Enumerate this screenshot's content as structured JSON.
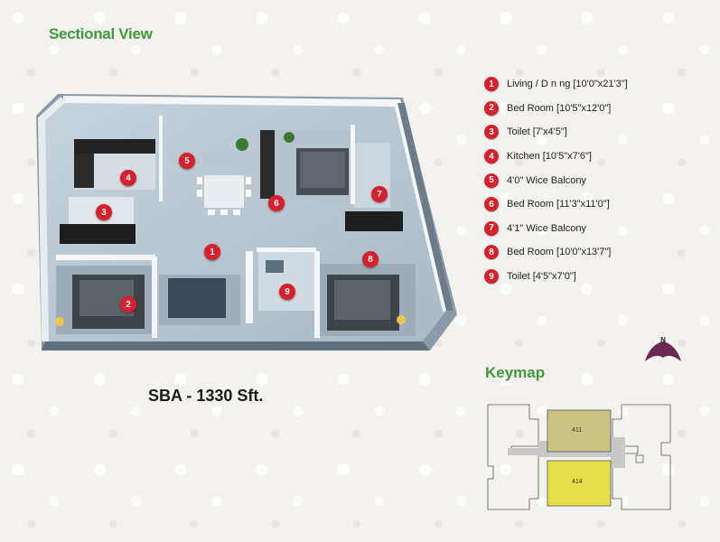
{
  "title": "Sectional View",
  "sba": "SBA - 1330 Sft.",
  "keymap_title": "Keymap",
  "legend": [
    {
      "num": "1",
      "text": "Living / D n ng [10'0\"x21'3\"]"
    },
    {
      "num": "2",
      "text": "Bed Room [10'5\"x12'0\"]"
    },
    {
      "num": "3",
      "text": "Toilet [7'x4'5\"]"
    },
    {
      "num": "4",
      "text": "Kitchen [10'5\"x7'6\"]"
    },
    {
      "num": "5",
      "text": "4'0\" Wice Balcony"
    },
    {
      "num": "6",
      "text": "Bed Room [11'3\"x11'0\"]"
    },
    {
      "num": "7",
      "text": "4'1\" Wice Balcony"
    },
    {
      "num": "8",
      "text": "Bed Room [10'0\"x13'7\"]"
    },
    {
      "num": "9",
      "text": "Toilet [4'5\"x7'0\"]"
    }
  ],
  "markers": [
    "1",
    "2",
    "3",
    "4",
    "5",
    "6",
    "7",
    "8",
    "9"
  ],
  "compass_label": "N",
  "keymap": {
    "unit_top": "411",
    "unit_bottom": "414"
  },
  "colors": {
    "accent_green": "#3f9a3a",
    "marker_red": "#d7202c",
    "unit_top": "#c9c484",
    "unit_bottom": "#e6df4a"
  }
}
